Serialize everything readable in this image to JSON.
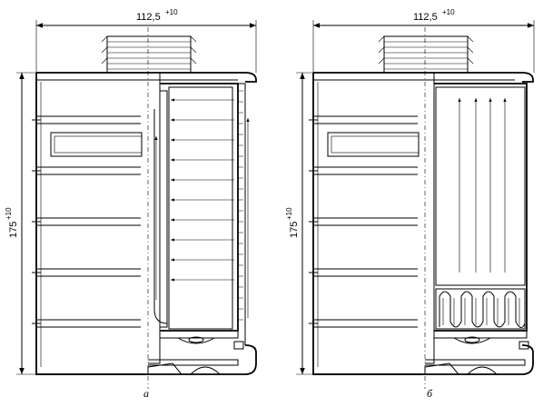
{
  "figure_a": {
    "width_dim": "112,5",
    "width_tol": "+10",
    "height_dim": "175",
    "height_tol": "+10",
    "caption": "а"
  },
  "figure_b": {
    "width_dim": "112,5",
    "width_tol": "+10",
    "height_dim": "175",
    "height_tol": "+10",
    "caption": "б"
  }
}
